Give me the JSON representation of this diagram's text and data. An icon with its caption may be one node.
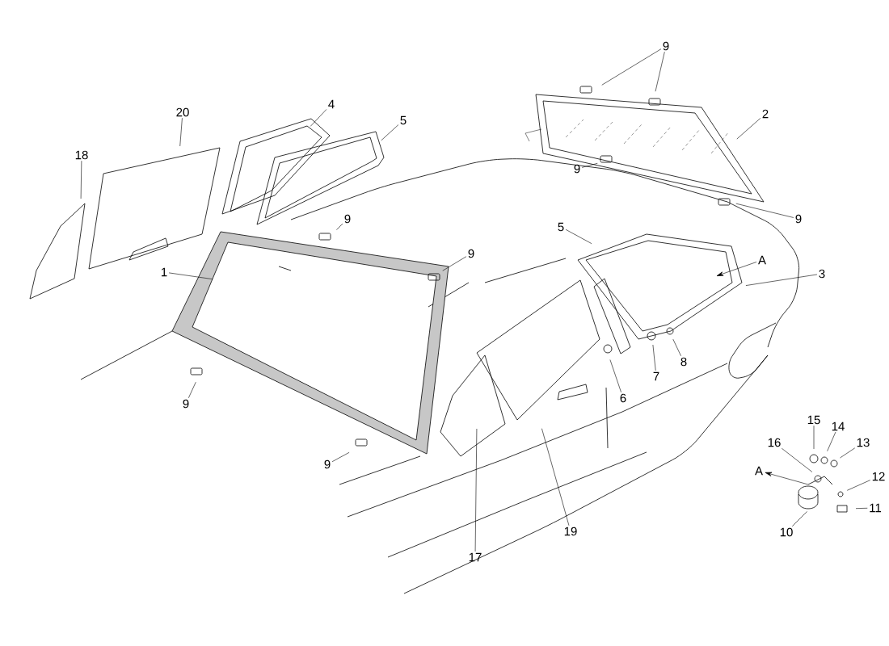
{
  "diagram": {
    "nodes": [
      {
        "text": [
          "9"
        ]
      },
      {
        "text": [
          "20"
        ]
      },
      {
        "text": [
          "4"
        ]
      },
      {
        "text": [
          "2"
        ]
      },
      {
        "text": [
          "5"
        ]
      },
      {
        "text": [
          "18"
        ]
      },
      {
        "text": [
          "9"
        ]
      },
      {
        "text": [
          "9"
        ]
      },
      {
        "text": [
          "9"
        ]
      },
      {
        "text": [
          "5"
        ]
      },
      {
        "text": [
          "9"
        ]
      },
      {
        "text": [
          "A"
        ]
      },
      {
        "text": [
          "1"
        ]
      },
      {
        "text": [
          "3"
        ]
      },
      {
        "text": [
          "8"
        ]
      },
      {
        "text": [
          "7"
        ]
      },
      {
        "text": [
          "6"
        ]
      },
      {
        "text": [
          "9"
        ]
      },
      {
        "text": [
          "15"
        ]
      },
      {
        "text": [
          "14"
        ]
      },
      {
        "text": [
          "13"
        ]
      },
      {
        "text": [
          "16"
        ]
      },
      {
        "text": [
          "9"
        ]
      },
      {
        "text": [
          "A"
        ]
      },
      {
        "text": [
          "12"
        ]
      },
      {
        "text": [
          "11"
        ]
      },
      {
        "text": [
          "19"
        ]
      },
      {
        "text": [
          "10"
        ]
      },
      {
        "text": [
          "17"
        ]
      }
    ],
    "edges": [
      {
        "from": 0,
        "to": null,
        "arrow": "none"
      },
      {
        "from": 0,
        "to": null,
        "arrow": "none"
      },
      {
        "from": 1,
        "to": null,
        "arrow": "none"
      },
      {
        "from": 2,
        "to": null,
        "arrow": "none"
      },
      {
        "from": 3,
        "to": null,
        "arrow": "none"
      },
      {
        "from": 4,
        "to": null,
        "arrow": "none"
      },
      {
        "from": 5,
        "to": null,
        "arrow": "none"
      },
      {
        "from": 6,
        "to": null,
        "arrow": "none"
      },
      {
        "from": 7,
        "to": null,
        "arrow": "none"
      },
      {
        "from": 8,
        "to": null,
        "arrow": "none"
      },
      {
        "from": 9,
        "to": null,
        "arrow": "none"
      },
      {
        "from": 10,
        "to": null,
        "arrow": "none"
      },
      {
        "from": 11,
        "to": null,
        "arrow": "to"
      },
      {
        "from": 12,
        "to": null,
        "arrow": "none"
      },
      {
        "from": 13,
        "to": null,
        "arrow": "none"
      },
      {
        "from": 14,
        "to": null,
        "arrow": "none"
      },
      {
        "from": 15,
        "to": null,
        "arrow": "none"
      },
      {
        "from": 16,
        "to": null,
        "arrow": "none"
      },
      {
        "from": 17,
        "to": null,
        "arrow": "none"
      },
      {
        "from": 18,
        "to": null,
        "arrow": "none"
      },
      {
        "from": 19,
        "to": null,
        "arrow": "none"
      },
      {
        "from": 20,
        "to": null,
        "arrow": "none"
      },
      {
        "from": 21,
        "to": null,
        "arrow": "none"
      },
      {
        "from": 22,
        "to": null,
        "arrow": "none"
      },
      {
        "from": null,
        "to": 23,
        "arrow": "to"
      },
      {
        "from": 24,
        "to": null,
        "arrow": "none"
      },
      {
        "from": 25,
        "to": null,
        "arrow": "none"
      },
      {
        "from": 26,
        "to": null,
        "arrow": "none"
      },
      {
        "from": 27,
        "to": null,
        "arrow": "none"
      },
      {
        "from": 28,
        "to": null,
        "arrow": "none"
      }
    ]
  }
}
